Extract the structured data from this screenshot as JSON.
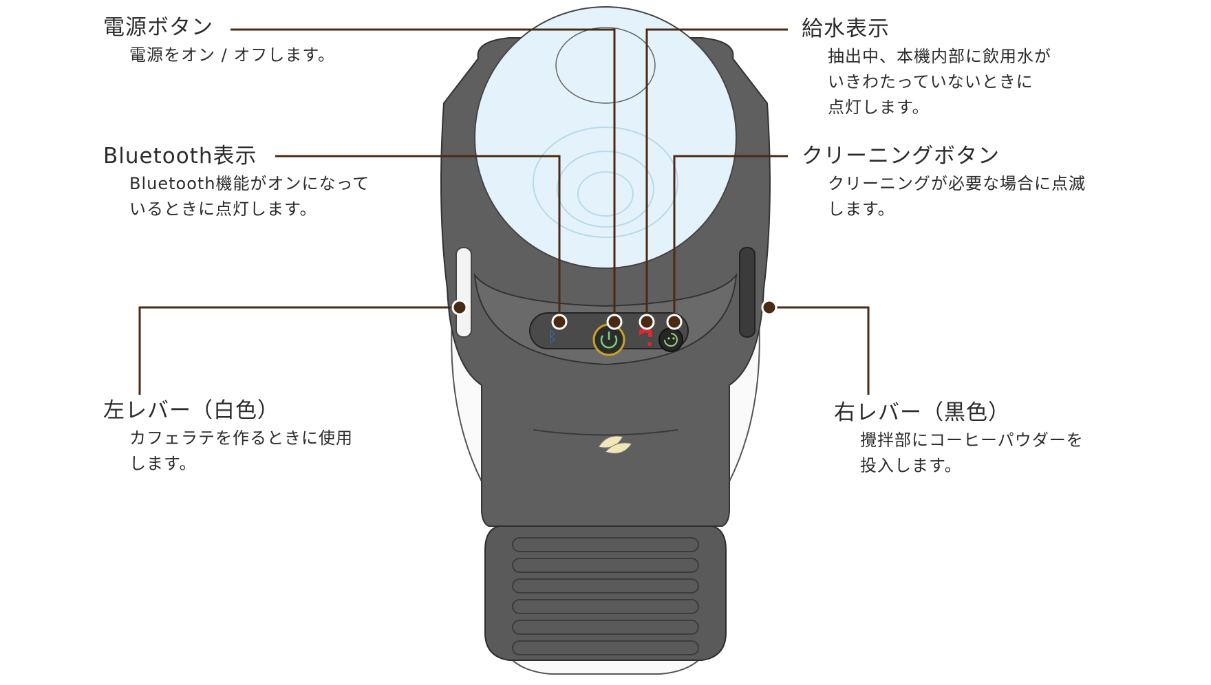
{
  "callouts": {
    "power": {
      "title": "電源ボタン",
      "desc": "電源をオン / オフします。"
    },
    "water": {
      "title": "給水表示",
      "desc": "抽出中、本機内部に飲用水が\nいきわたっていないときに\n点灯します。"
    },
    "bluetooth": {
      "title": "Bluetooth表示",
      "desc": "Bluetooth機能がオンになって\nいるときに点灯します。"
    },
    "cleaning": {
      "title": "クリーニングボタン",
      "desc": "クリーニングが必要な場合に点滅\nします。"
    },
    "left_lever": {
      "title": "左レバー（白色）",
      "desc": "カフェラテを作るときに使用\nします。"
    },
    "right_lever": {
      "title": "右レバー（黒色）",
      "desc": "攪拌部にコーヒーパウダーを\n投入します。"
    }
  },
  "colors": {
    "leader": "#4a2a12",
    "body_dark": "#5f5f5f",
    "body_mid": "#6e6e6e",
    "tank": "#e4f3fb",
    "tank_line": "#b7d9ea",
    "white_part": "#fafafa",
    "bluetooth_led": "#2f74c0",
    "power_ring": "#c9a227",
    "power_icon": "#7ad37a",
    "water_led": "#e3262b",
    "clean_icon": "#9fd07f",
    "logo": "#f1e6b8"
  },
  "icons": {
    "bluetooth": "bluetooth-icon",
    "power": "power-icon",
    "water": "water-supply-icon",
    "cleaning": "cleaning-icon",
    "logo": "leaf-logo-icon"
  }
}
